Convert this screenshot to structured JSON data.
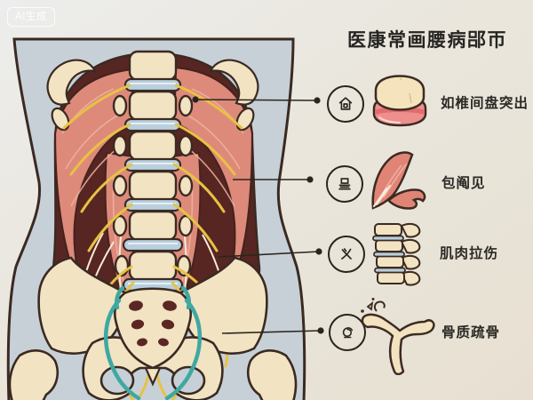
{
  "watermark": {
    "label": "AI生成"
  },
  "title": "医康常画腰病郘帀",
  "legend": {
    "items": [
      {
        "icon": "house-icon",
        "illustration": "intervertebral-disc",
        "label": "如椎间盘突出"
      },
      {
        "icon": "disc-stack-icon",
        "illustration": "muscle-fan",
        "label": "包阄见"
      },
      {
        "icon": "cross-icon",
        "illustration": "spine-side-view",
        "label": "肌肉拉伤"
      },
      {
        "icon": "spiral-icon",
        "illustration": "porous-bone",
        "label": "骨质疏骨"
      }
    ]
  },
  "colors": {
    "background": "#e9e4da",
    "body_silhouette": "#c7d0d7",
    "cavity_dark_red": "#572622",
    "muscle_salmon": "#dd8a7b",
    "bone_cream": "#f2e3c2",
    "disc_blue": "#b9cfdd",
    "nerve_yellow": "#e7c243",
    "ligament_teal": "#3fa8a2",
    "outline_brown": "#3a2a22",
    "disc_pink": "#ee8f8d",
    "text": "#262522"
  }
}
